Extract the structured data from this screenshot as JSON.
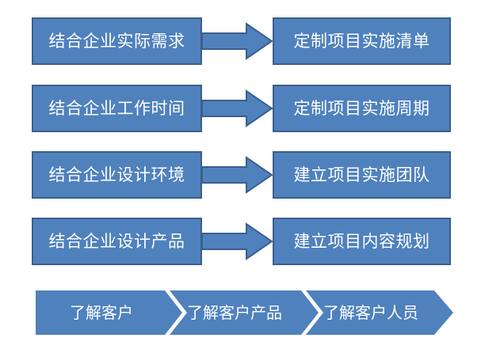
{
  "rows": [
    {
      "left": "结合企业实际需求",
      "right": "定制项目实施清单"
    },
    {
      "left": "结合企业工作时间",
      "right": "定制项目实施周期"
    },
    {
      "left": "结合企业设计环境",
      "right": "建立项目实施团队"
    },
    {
      "left": "结合企业设计产品",
      "right": "建立项目内容规划"
    }
  ],
  "process": [
    {
      "label": "了解客户"
    },
    {
      "label": "了解客户产品"
    },
    {
      "label": "了解客户人员"
    }
  ],
  "colors": {
    "box_fill": "#4f81bd",
    "box_border": "#3a5f8b",
    "text": "#ffffff"
  }
}
